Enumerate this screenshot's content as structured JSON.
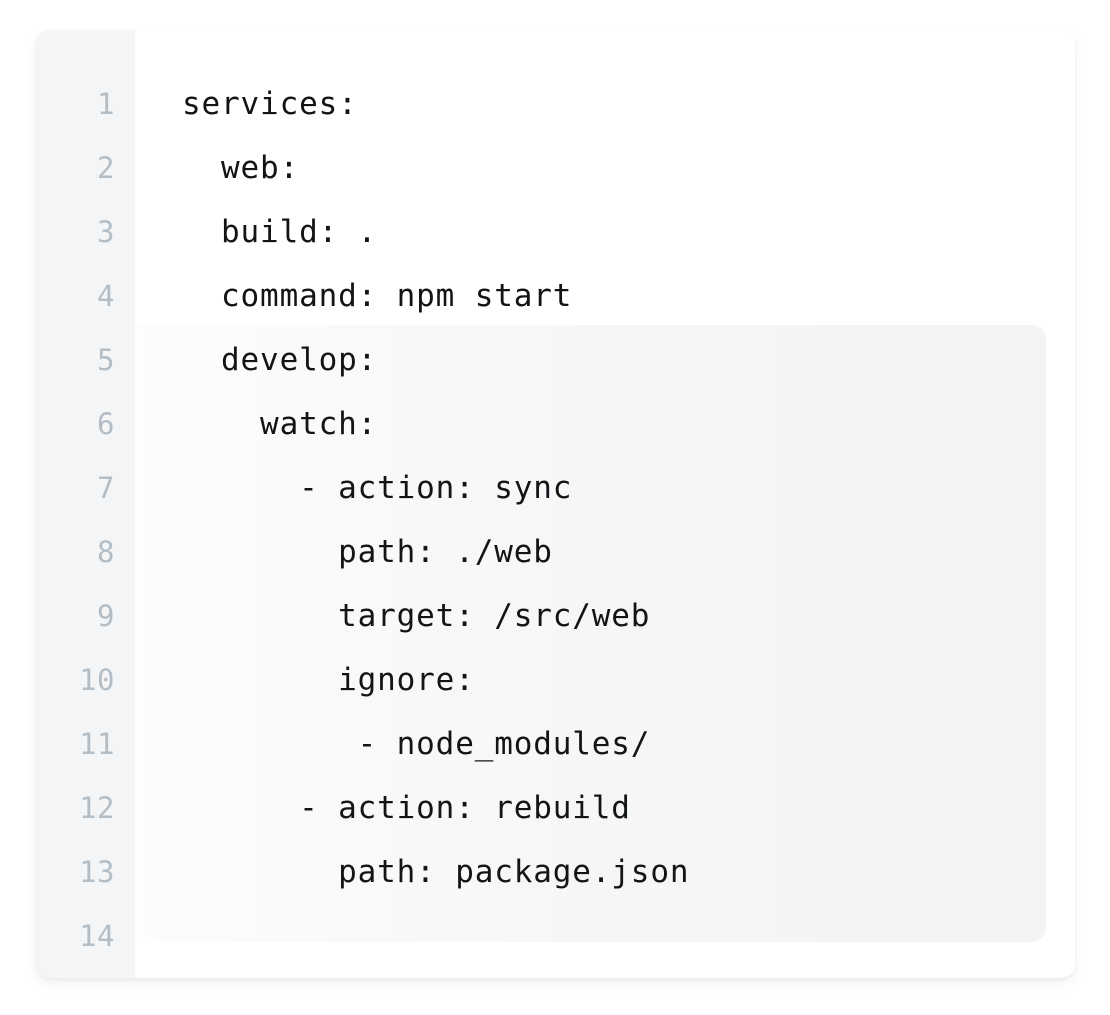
{
  "editor": {
    "language": "yaml",
    "gutter_color": "#f4f5f7",
    "line_number_color": "#b3bdc6",
    "text_color": "#131416",
    "highlight_color": "#f2f4f6",
    "card_background": "#ffffff",
    "page_background": "#ffffff",
    "highlight_start_line": 5,
    "highlight_end_line": 14,
    "lines": [
      {
        "number": "1",
        "text": "services:",
        "highlighted": false
      },
      {
        "number": "2",
        "text": "  web:",
        "highlighted": false
      },
      {
        "number": "3",
        "text": "  build: .",
        "highlighted": false
      },
      {
        "number": "4",
        "text": "  command: npm start",
        "highlighted": false
      },
      {
        "number": "5",
        "text": "  develop:",
        "highlighted": true
      },
      {
        "number": "6",
        "text": "    watch:",
        "highlighted": true
      },
      {
        "number": "7",
        "text": "      - action: sync",
        "highlighted": true
      },
      {
        "number": "8",
        "text": "        path: ./web",
        "highlighted": true
      },
      {
        "number": "9",
        "text": "        target: /src/web",
        "highlighted": true
      },
      {
        "number": "10",
        "text": "        ignore:",
        "highlighted": true
      },
      {
        "number": "11",
        "text": "         - node_modules/",
        "highlighted": true
      },
      {
        "number": "12",
        "text": "      - action: rebuild",
        "highlighted": true
      },
      {
        "number": "13",
        "text": "        path: package.json",
        "highlighted": true
      },
      {
        "number": "14",
        "text": "",
        "highlighted": true
      }
    ]
  }
}
